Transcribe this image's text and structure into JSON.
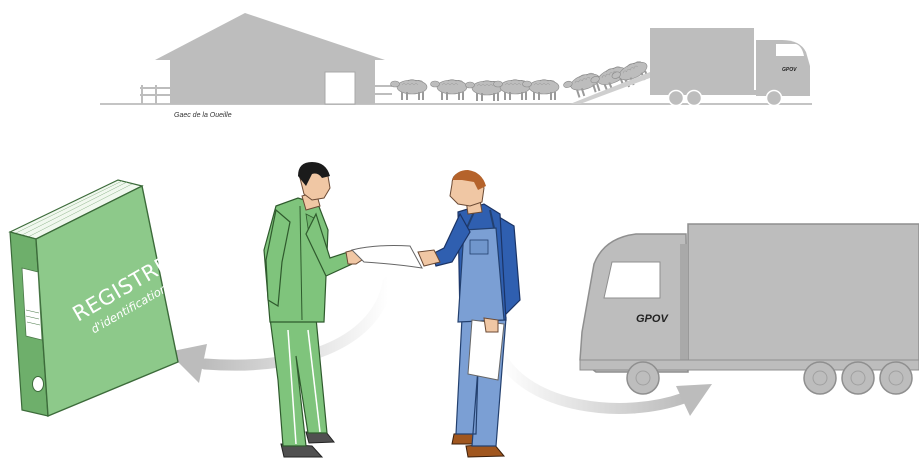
{
  "farm": {
    "name": "Gaec de la Oueille"
  },
  "truck_small": {
    "label": "GPOV"
  },
  "truck_large": {
    "label": "GPOV"
  },
  "register": {
    "title": "REGISTRE",
    "subtitle": "d'identification"
  },
  "colors": {
    "silhouette_gray": "#bdbdbd",
    "register_green": "#8dc98a",
    "coverall_green": "#7fc47c",
    "overall_blue": "#7b9fd4",
    "shirt_blue": "#2f5fb0",
    "arrow_gray": "#c8c8c8"
  },
  "icons": [
    "barn-icon",
    "sheep-icon",
    "truck-icon",
    "register-book-icon",
    "farmer-icon",
    "transporter-icon",
    "document-icon",
    "arrow-icon"
  ]
}
